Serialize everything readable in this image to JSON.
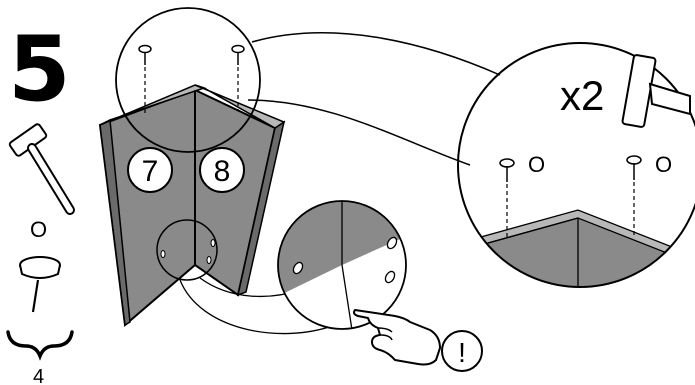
{
  "step": {
    "number": "5"
  },
  "parts": {
    "nail_label": "O",
    "quantity": "4"
  },
  "panels": {
    "left_label": "7",
    "right_label": "8"
  },
  "detail": {
    "count_label": "x2",
    "nail_left_label": "O",
    "nail_right_label": "O"
  },
  "notice": {
    "symbol": "!"
  },
  "colors": {
    "panel_face": "#8a8a8a",
    "panel_edge": "#5e5e5e",
    "panel_top": "#b8b8b8",
    "line": "#000000",
    "background": "#ffffff"
  }
}
